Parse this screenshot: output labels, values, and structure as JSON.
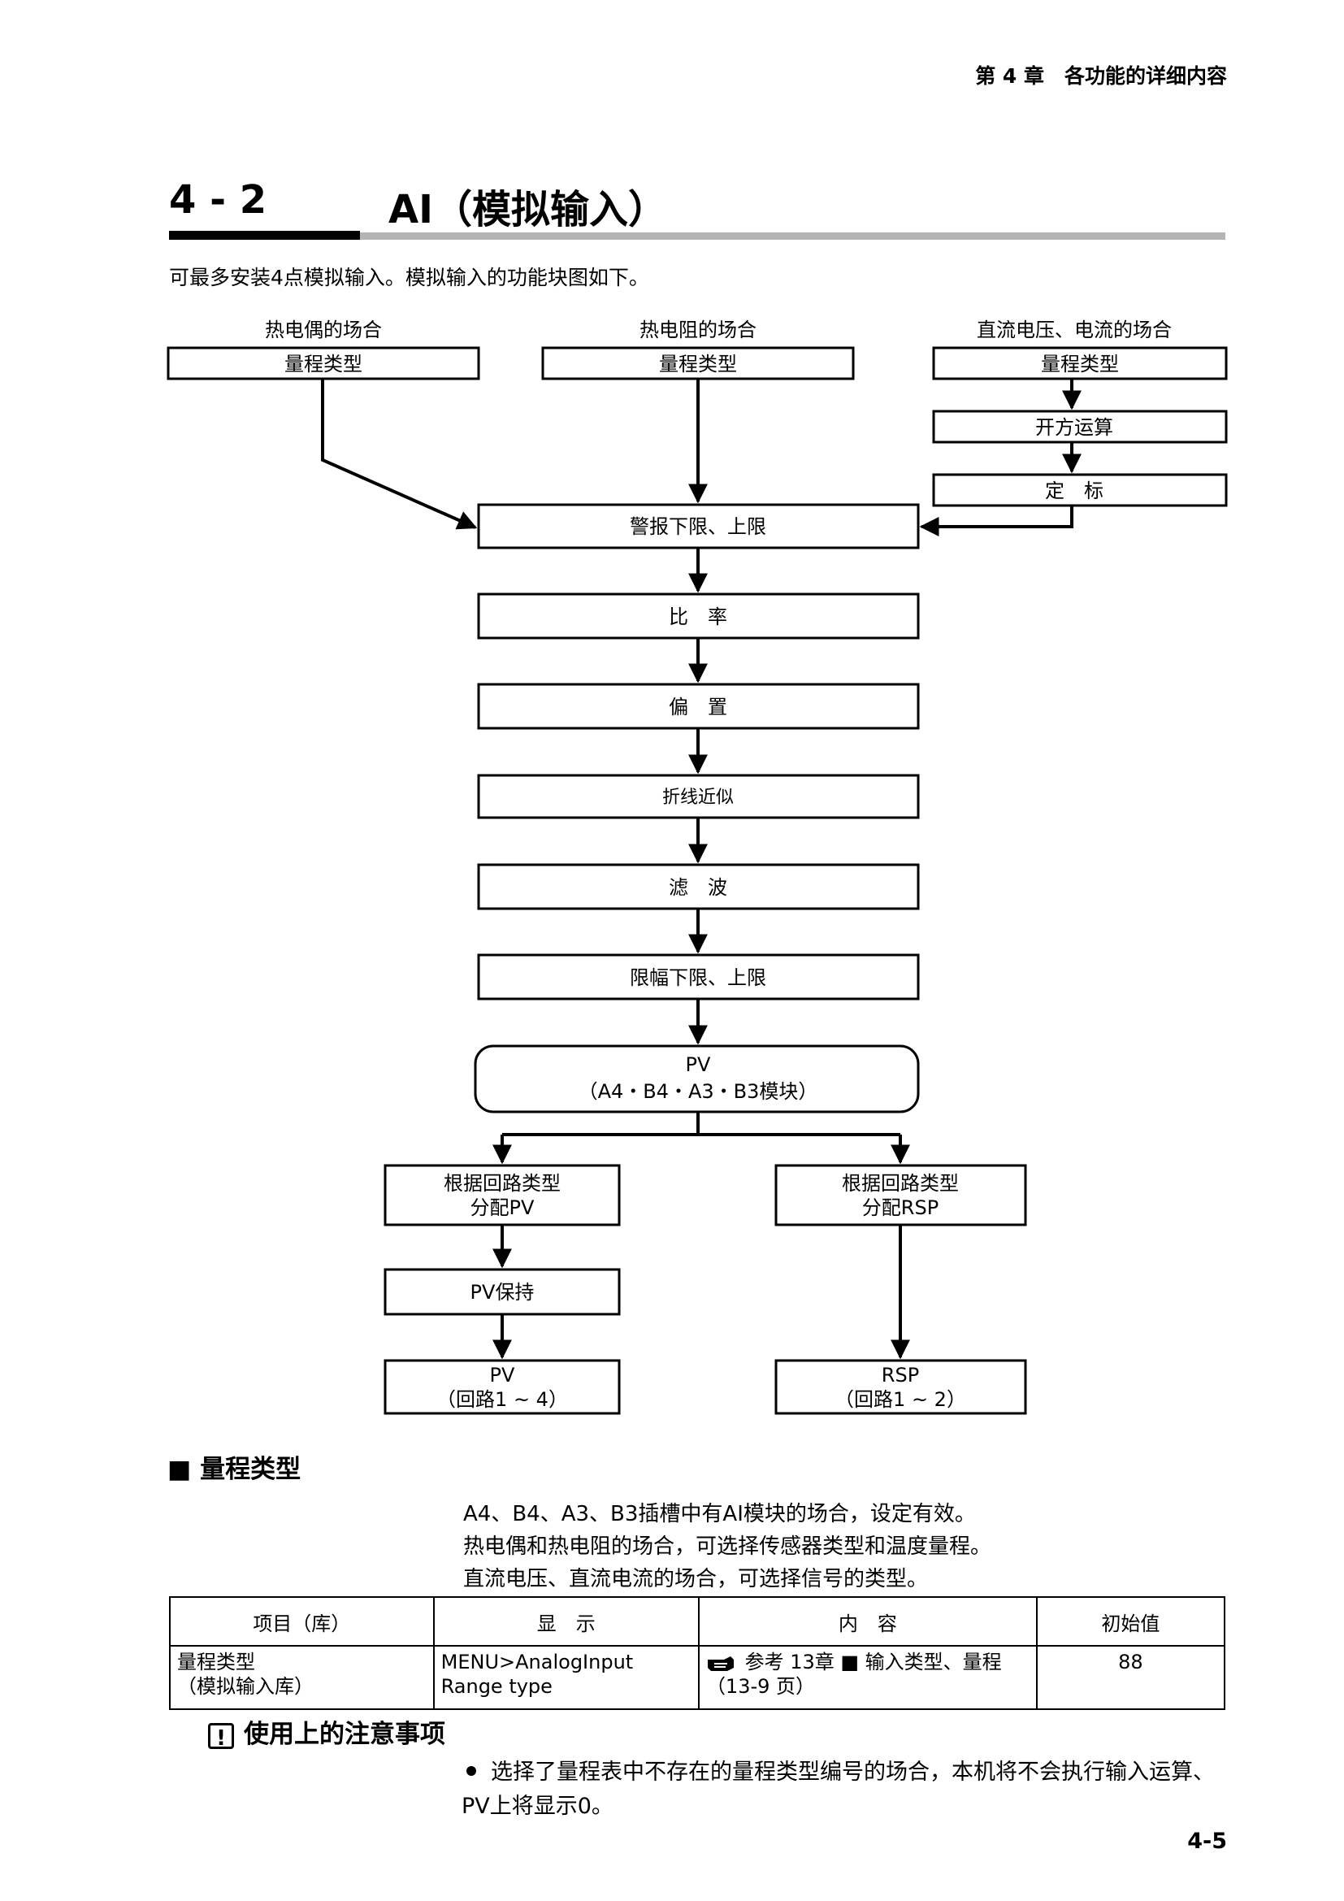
{
  "header": {
    "chapter": "第 4 章　各功能的详细内容"
  },
  "section": {
    "number": "4 - 2",
    "title": "AI（模拟输入）"
  },
  "intro": "可最多安装4点模拟输入。模拟输入的功能块图如下。",
  "diagram": {
    "col_labels": [
      "热电偶的场合",
      "热电阻的场合",
      "直流电压、电流的场合"
    ],
    "range_type": "量程类型",
    "sqrt": "开方运算",
    "scaling": "定　标",
    "alarm": "警报下限、上限",
    "ratio": "比　率",
    "bias": "偏　置",
    "linearize": "折线近似",
    "filter": "滤　波",
    "limit": "限幅下限、上限",
    "pv_line1": "PV",
    "pv_line2": "（A4・B4・A3・B3模块）",
    "assign_pv_line1": "根据回路类型",
    "assign_pv_line2": "分配PV",
    "assign_rsp_line1": "根据回路类型",
    "assign_rsp_line2": "分配RSP",
    "pv_hold": "PV保持",
    "out_pv_line1": "PV",
    "out_pv_line2": "（回路1 ~ 4）",
    "out_rsp_line1": "RSP",
    "out_rsp_line2": "（回路1 ~ 2）"
  },
  "range_section": {
    "heading": "■ 量程类型",
    "lines": [
      "A4、B4、A3、B3插槽中有AI模块的场合，设定有效。",
      "热电偶和热电阻的场合，可选择传感器类型和温度量程。",
      "直流电压、直流电流的场合，可选择信号的类型。"
    ]
  },
  "table": {
    "headers": [
      "项目（库）",
      "显　示",
      "内　容",
      "初始值"
    ],
    "row": {
      "item_line1": "量程类型",
      "item_line2": "（模拟输入库）",
      "display_line1": "MENU>AnalogInput",
      "display_line2": "Range type",
      "content_line1": "参考 13章 ■ 输入类型、量程",
      "content_line2": "（13-9 页）",
      "initial": "88"
    }
  },
  "notes": {
    "icon_symbol": "!",
    "heading": "使用上的注意事项",
    "bullet": "选择了量程表中不存在的量程类型编号的场合，本机将不会执行输入运算、PV上将显示0。"
  },
  "page_number": "4-5"
}
